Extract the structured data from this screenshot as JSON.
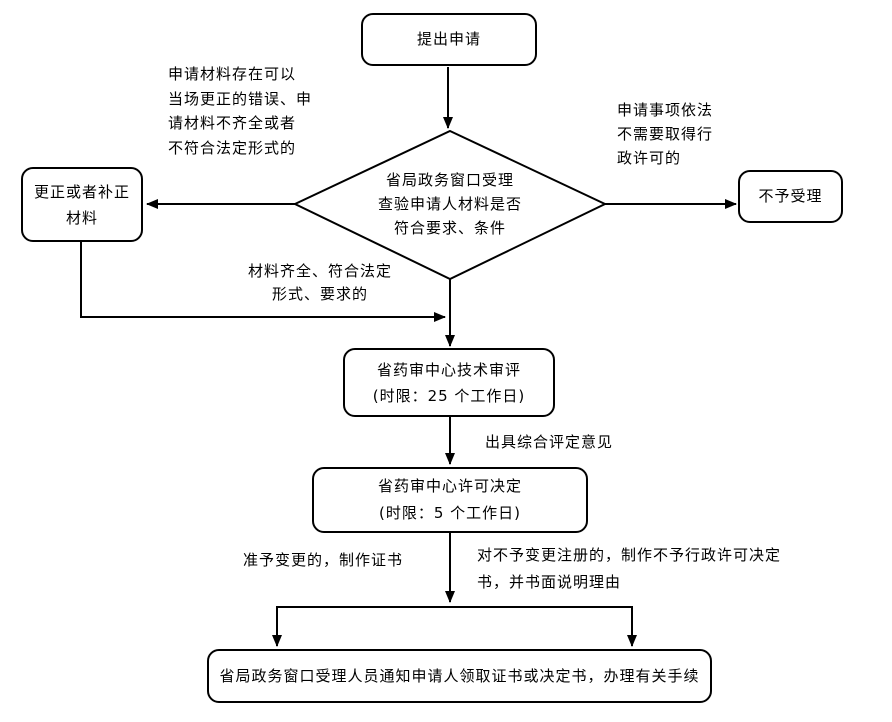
{
  "diagram": {
    "type": "flowchart",
    "nodes": {
      "start": {
        "lines": [
          "提出申请"
        ]
      },
      "decision": {
        "lines": [
          "省局政务窗口受理",
          "查验申请人材料是否",
          "符合要求、条件"
        ]
      },
      "correct": {
        "lines": [
          "更正或者补正",
          "材料"
        ]
      },
      "reject": {
        "lines": [
          "不予受理"
        ]
      },
      "tech": {
        "lines": [
          "省药审中心技术审评",
          "(时限：25 个工作日)"
        ]
      },
      "license": {
        "lines": [
          "省药审中心许可决定",
          "(时限：5 个工作日)"
        ]
      },
      "notify": {
        "lines": [
          "省局政务窗口受理人员通知申请人领取证书或决定书，办理有关手续"
        ]
      }
    },
    "edge_labels": {
      "correctable": {
        "lines": [
          "申请材料存在可以",
          "当场更正的错误、申",
          "请材料不齐全或者",
          "不符合法定形式的"
        ]
      },
      "no_license": {
        "lines": [
          "申请事项依法",
          "不需要取得行",
          "政许可的"
        ]
      },
      "materials_ok": {
        "lines": [
          "材料齐全、符合法定",
          "形式、要求的"
        ]
      },
      "evaluation": {
        "lines": [
          "出具综合评定意见"
        ]
      },
      "approved": {
        "lines": [
          "准予变更的，制作证书"
        ]
      },
      "rejected": {
        "lines": [
          "对不予变更注册的，制作不予行政许可决定",
          "书，并书面说明理由"
        ]
      }
    },
    "colors": {
      "line": "#000000",
      "node_fill": "#ffffff",
      "background": "#ffffff"
    }
  }
}
